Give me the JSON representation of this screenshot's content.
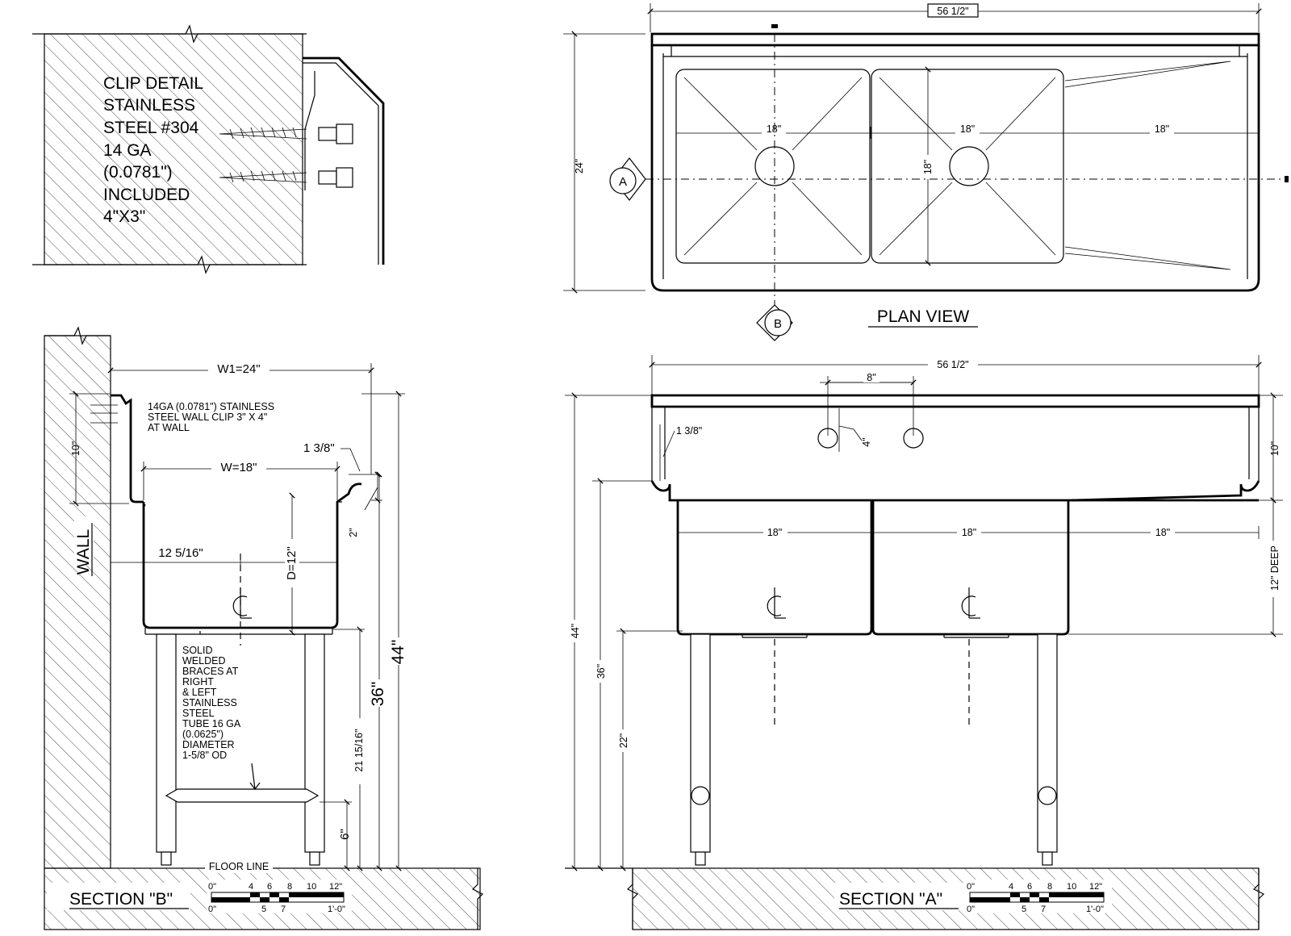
{
  "clip_detail": {
    "lines": [
      "CLIP DETAIL",
      "STAINLESS",
      "STEEL #304",
      "14 GA",
      "(0.0781\")",
      "INCLUDED",
      "4\"X3\""
    ]
  },
  "plan_view": {
    "title": "PLAN VIEW",
    "overall_width": "56 1/2\"",
    "depth": "24\"",
    "bowl_width_1": "18\"",
    "bowl_width_2": "18\"",
    "drainboard_width": "18\"",
    "bowl_front_to_back": "18\"",
    "marker_a": "A",
    "marker_b": "B"
  },
  "section_b": {
    "title": "SECTION \"B\"",
    "w1": "W1=24\"",
    "w": "W=18\"",
    "clip_note": [
      "14GA (0.0781\") STAINLESS",
      "STEEL WALL CLIP 3\" X 4\"",
      "AT WALL"
    ],
    "dim_10": "10\"",
    "dim_1_3_8": "1 3/8\"",
    "dim_2": "2\"",
    "dim_12_5_16": "12 5/16\"",
    "dim_d": "D=12\"",
    "dim_44": "44\"",
    "dim_36": "36\"",
    "dim_21_15_16": "21 15/16\"",
    "dim_6": "6\"",
    "wall_label": "WALL",
    "floor_label": "FLOOR LINE",
    "centerline": "CL",
    "brace_note": [
      "SOLID",
      "WELDED",
      "BRACES AT",
      "RIGHT",
      "& LEFT",
      "STAINLESS",
      "STEEL",
      "TUBE 16 GA",
      "(0.0625\")",
      "DIAMETER",
      "1-5/8\" OD"
    ]
  },
  "section_a": {
    "title": "SECTION \"A\"",
    "overall_width": "56 1/2\"",
    "dim_8": "8\"",
    "dim_4": "4\"",
    "dim_1_3_8": "1 3/8\"",
    "dim_10": "10\"",
    "bowl_1": "18\"",
    "bowl_2": "18\"",
    "drainboard": "18\"",
    "deep": "12\" DEEP",
    "dim_44": "44\"",
    "dim_36": "36\"",
    "dim_22": "22\"",
    "centerline": "CL"
  },
  "scale_bar": {
    "top_labels": [
      "0\"",
      "4",
      "6",
      "8",
      "10",
      "12\""
    ],
    "bottom_labels": [
      "0\"",
      "5",
      "7",
      "1'-0\""
    ]
  }
}
